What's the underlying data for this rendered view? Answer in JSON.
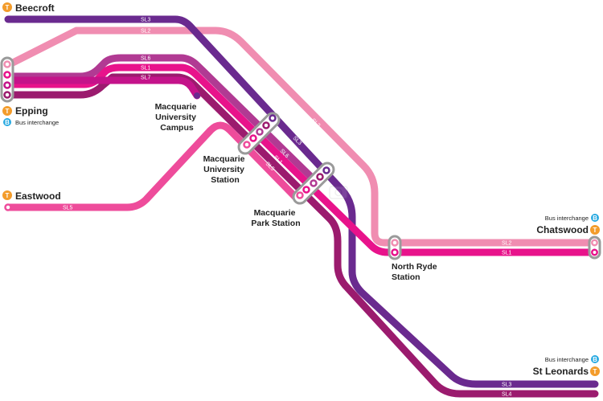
{
  "colors": {
    "sl1": "#e8138b",
    "sl2": "#f08db1",
    "sl3": "#6a2a8f",
    "sl4": "#9b1b6e",
    "sl5": "#ee4c9b",
    "sl6": "#b13a93",
    "sl7": "#c4138a",
    "train_icon": "#f39c2b",
    "bus_icon": "#27a9e1"
  },
  "routes": {
    "sl1": "SL1",
    "sl2": "SL2",
    "sl3": "SL3",
    "sl4": "SL4",
    "sl5": "SL5",
    "sl6": "SL6",
    "sl7": "SL7"
  },
  "icons": {
    "train": "T",
    "bus": "B"
  },
  "stations": {
    "beecroft": "Beecroft",
    "epping": "Epping",
    "epping_sub": "Bus interchange",
    "eastwood": "Eastwood",
    "mq_campus": [
      "Macquarie",
      "University",
      "Campus"
    ],
    "mq_station": [
      "Macquarie",
      "University",
      "Station"
    ],
    "mq_park": [
      "Macquarie",
      "Park Station"
    ],
    "north_ryde": [
      "North Ryde",
      "Station"
    ],
    "chatswood": "Chatswood",
    "chatswood_sub": "Bus interchange",
    "st_leonards": "St Leonards",
    "st_leonards_sub": "Bus interchange"
  },
  "watermark_icon": "camera-icon"
}
